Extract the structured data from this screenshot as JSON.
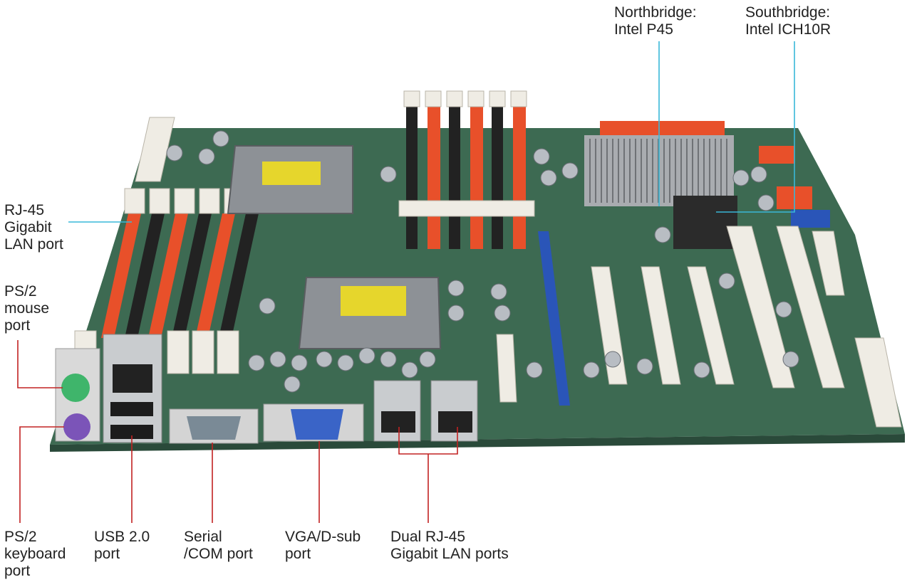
{
  "colors": {
    "pcb": "#3d6a52",
    "dimm_red": "#e8502a",
    "dimm_black": "#222222",
    "pcie_blue": "#2a55b8",
    "slot_white": "#efece4",
    "heatsink": "#a9acb0",
    "ps2_green": "#3fb56b",
    "ps2_purple": "#7b54b8",
    "port_blue": "#3a64c7",
    "line_red": "#c22222",
    "line_cyan": "#39b8d8"
  },
  "labels": {
    "northbridge": "Northbridge:\nIntel P45",
    "southbridge": "Southbridge:\nIntel ICH10R",
    "rj45": "RJ-45\nGigabit\nLAN port",
    "ps2_mouse": "PS/2\nmouse\nport",
    "ps2_keyboard": "PS/2\nkeyboard\nport",
    "usb": "USB 2.0\nport",
    "serial": "Serial\n/COM port",
    "vga": "VGA/D-sub\nport",
    "dual_rj45": "Dual RJ-45\nGigabit LAN ports"
  },
  "icons": {
    "cpu_socket": "cpu-socket-icon",
    "heatsink": "heatsink-icon",
    "rj45": "rj45-port-icon",
    "ps2": "ps2-port-icon",
    "usb": "usb-port-icon",
    "serial": "serial-port-icon",
    "vga": "vga-port-icon"
  }
}
